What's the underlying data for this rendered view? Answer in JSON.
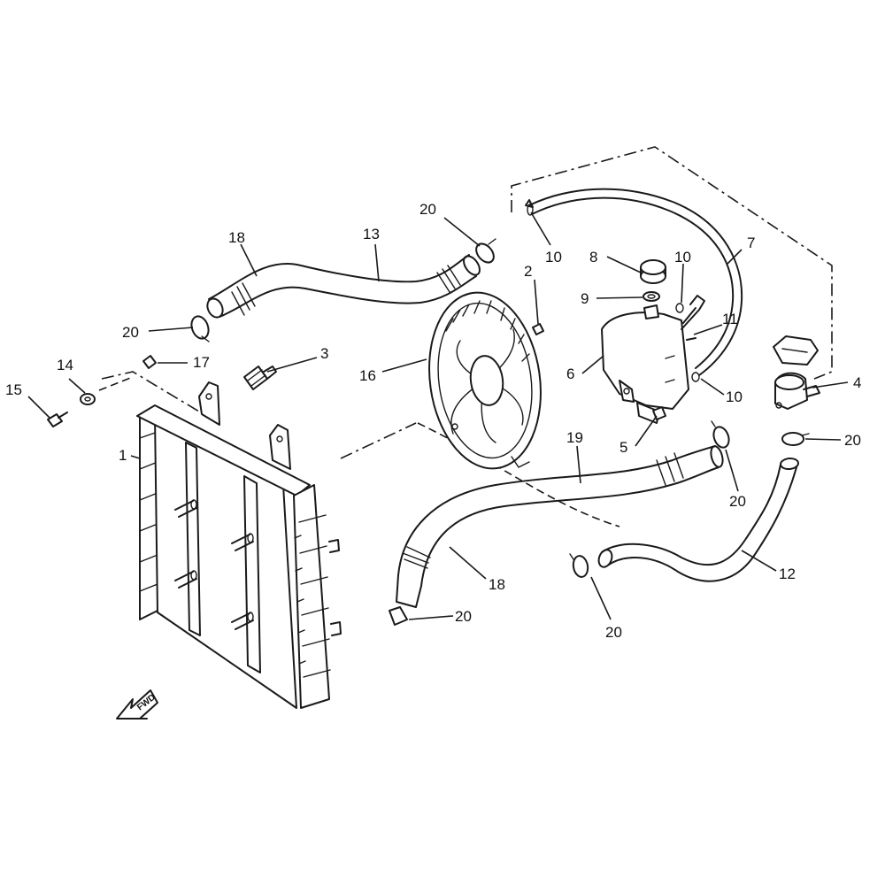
{
  "callouts": [
    {
      "id": "c1",
      "text": "1"
    },
    {
      "id": "c2",
      "text": "2"
    },
    {
      "id": "c3",
      "text": "3"
    },
    {
      "id": "c4",
      "text": "4"
    },
    {
      "id": "c5",
      "text": "5"
    },
    {
      "id": "c6",
      "text": "6"
    },
    {
      "id": "c7",
      "text": "7"
    },
    {
      "id": "c8",
      "text": "8"
    },
    {
      "id": "c9",
      "text": "9"
    },
    {
      "id": "c10a",
      "text": "10"
    },
    {
      "id": "c10b",
      "text": "10"
    },
    {
      "id": "c10c",
      "text": "10"
    },
    {
      "id": "c11",
      "text": "11"
    },
    {
      "id": "c12",
      "text": "12"
    },
    {
      "id": "c13",
      "text": "13"
    },
    {
      "id": "c14",
      "text": "14"
    },
    {
      "id": "c15",
      "text": "15"
    },
    {
      "id": "c16",
      "text": "16"
    },
    {
      "id": "c17",
      "text": "17"
    },
    {
      "id": "c18a",
      "text": "18"
    },
    {
      "id": "c18b",
      "text": "18"
    },
    {
      "id": "c19",
      "text": "19"
    },
    {
      "id": "c20a",
      "text": "20"
    },
    {
      "id": "c20b",
      "text": "20"
    },
    {
      "id": "c20c",
      "text": "20"
    },
    {
      "id": "c20d",
      "text": "20"
    },
    {
      "id": "c20e",
      "text": "20"
    },
    {
      "id": "c20f",
      "text": "20"
    }
  ],
  "direction_badge": {
    "text": "FWD"
  }
}
